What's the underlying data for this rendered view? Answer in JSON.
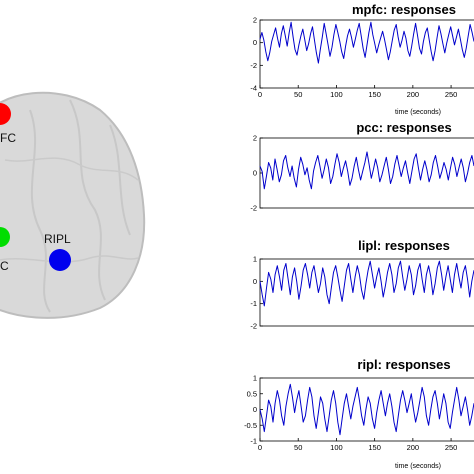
{
  "colors": {
    "brain_fill": "#d9d9d9",
    "brain_edge": "#bdbdbd",
    "mpfc_dot": "#ff0000",
    "pcc_dot": "#00dd00",
    "ripl_dot": "#0000ee",
    "trace": "#0000cc"
  },
  "brain_labels": {
    "mpfc": "FC",
    "pcc": "C",
    "ripl": "RIPL"
  },
  "chart_data": [
    {
      "type": "line",
      "title": "mpfc: responses",
      "xlabel": "time (seconds)",
      "xlim": [
        0,
        280
      ],
      "xticks": [
        0,
        50,
        100,
        150,
        200,
        250
      ],
      "ylim": [
        -4,
        2
      ],
      "yticks": [
        2,
        0,
        -2,
        -4
      ],
      "y": [
        0.3,
        0.9,
        0.2,
        -0.8,
        -1.6,
        -0.9,
        0.1,
        0.7,
        1.3,
        0.4,
        -0.4,
        0.8,
        1.5,
        0.6,
        -0.3,
        0.9,
        1.8,
        0.5,
        -0.6,
        -1.1,
        -0.2,
        0.6,
        1.2,
        0.3,
        -0.7,
        -0.1,
        0.8,
        1.4,
        0.2,
        -0.9,
        -1.8,
        -0.6,
        0.5,
        1.7,
        0.8,
        -0.2,
        -1.2,
        -0.4,
        0.7,
        1.6,
        0.9,
        0.1,
        -0.8,
        -1.4,
        -0.3,
        0.6,
        1.2,
        0.5,
        -0.4,
        0.3,
        1.1,
        1.7,
        0.6,
        -0.5,
        -1.3,
        -0.2,
        0.9,
        1.8,
        0.7,
        -0.1,
        -0.9,
        -0.2,
        0.4,
        1.0,
        0.3,
        -0.6,
        -1.5,
        -0.8,
        0.2,
        1.1,
        1.6,
        0.5,
        -0.4,
        0.2,
        1.0,
        0.4,
        -0.7,
        -1.2,
        -0.3,
        0.8,
        1.7,
        0.6,
        -0.5,
        -1.0,
        0.1,
        0.9,
        1.3,
        0.2,
        -0.8,
        -1.6,
        -0.7,
        0.4,
        1.5,
        0.8,
        -0.1,
        -0.9,
        0.0,
        0.7,
        1.4,
        0.6,
        -0.2,
        0.5,
        1.2,
        0.3,
        -0.6,
        -1.3,
        -0.5,
        0.6,
        1.6,
        0.9,
        0.1
      ]
    },
    {
      "type": "line",
      "title": "pcc: responses",
      "xlabel": "",
      "xlim": [
        0,
        280
      ],
      "xticks": [],
      "ylim": [
        -2,
        2
      ],
      "yticks": [
        2,
        0,
        -2
      ],
      "y": [
        0.4,
        0.1,
        -0.9,
        -0.2,
        0.6,
        0.3,
        -0.4,
        0.8,
        0.2,
        -0.5,
        -0.1,
        0.7,
        1.0,
        0.3,
        -0.2,
        0.4,
        -0.3,
        -0.8,
        0.2,
        0.9,
        0.5,
        -0.1,
        0.3,
        -0.4,
        -0.9,
        0.1,
        0.6,
        1.0,
        0.4,
        -0.3,
        0.2,
        0.8,
        0.3,
        -0.6,
        -0.2,
        0.5,
        1.1,
        0.6,
        -0.2,
        0.3,
        0.7,
        0.1,
        -0.7,
        -0.3,
        0.4,
        0.9,
        0.2,
        -0.4,
        0.1,
        0.6,
        1.2,
        0.5,
        -0.3,
        0.2,
        0.8,
        0.3,
        -0.5,
        -0.1,
        0.4,
        0.9,
        0.2,
        -0.6,
        -0.2,
        0.5,
        1.0,
        0.4,
        -0.2,
        0.3,
        0.7,
        0.0,
        -0.6,
        0.1,
        0.8,
        1.1,
        0.3,
        -0.4,
        0.2,
        0.7,
        0.2,
        -0.5,
        -0.1,
        0.6,
        1.0,
        0.4,
        -0.3,
        0.1,
        0.6,
        0.2,
        -0.4,
        0.3,
        0.9,
        0.5,
        -0.2,
        0.3,
        0.8,
        0.3,
        -0.5,
        0.0,
        0.6,
        1.0,
        0.4
      ]
    },
    {
      "type": "line",
      "title": "lipl: responses",
      "xlabel": "",
      "xlim": [
        0,
        280
      ],
      "xticks": [],
      "ylim": [
        -2,
        1
      ],
      "yticks": [
        1,
        0,
        -1,
        -2
      ],
      "y": [
        0.0,
        -0.6,
        -1.1,
        -0.3,
        0.4,
        0.1,
        -0.5,
        0.3,
        0.7,
        0.2,
        -0.4,
        0.5,
        0.8,
        0.1,
        -0.6,
        0.2,
        0.6,
        0.0,
        -0.8,
        -0.2,
        0.5,
        0.8,
        0.3,
        -0.3,
        0.4,
        0.7,
        0.1,
        -0.5,
        -0.1,
        0.6,
        0.2,
        -0.6,
        -1.0,
        -0.3,
        0.4,
        0.7,
        0.2,
        -0.4,
        -0.9,
        -0.2,
        0.5,
        0.8,
        0.1,
        -0.5,
        0.2,
        0.7,
        0.3,
        -0.4,
        -0.8,
        -0.1,
        0.5,
        0.9,
        0.3,
        -0.3,
        0.2,
        0.6,
        0.0,
        -0.7,
        -0.2,
        0.4,
        0.8,
        0.3,
        -0.5,
        -0.1,
        0.6,
        0.9,
        0.2,
        -0.4,
        0.1,
        0.7,
        0.3,
        -0.6,
        -0.2,
        0.5,
        0.8,
        0.1,
        -0.5,
        0.3,
        0.7,
        0.2,
        -0.6,
        -0.1,
        0.6,
        0.9,
        0.3,
        -0.4,
        0.2,
        0.7,
        0.1,
        -0.5,
        0.3,
        0.8,
        0.2,
        -0.3,
        0.4,
        0.7,
        0.1,
        -0.7,
        0.0,
        0.5
      ]
    },
    {
      "type": "line",
      "title": "ripl: responses",
      "xlabel": "time (seconds)",
      "xlim": [
        0,
        280
      ],
      "xticks": [
        0,
        50,
        100,
        150,
        200,
        250
      ],
      "ylim": [
        -1,
        1
      ],
      "yticks": [
        1,
        0.5,
        0,
        -0.5,
        -1
      ],
      "y": [
        0.0,
        -0.3,
        -0.7,
        -0.2,
        0.3,
        0.1,
        -0.4,
        0.2,
        0.6,
        0.3,
        -0.2,
        -0.5,
        0.1,
        0.5,
        0.8,
        0.4,
        -0.1,
        0.3,
        0.6,
        0.1,
        -0.4,
        -0.2,
        0.3,
        0.7,
        0.4,
        -0.2,
        -0.6,
        -0.1,
        0.4,
        0.2,
        -0.3,
        -0.7,
        -0.2,
        0.3,
        0.6,
        0.2,
        -0.4,
        -0.8,
        -0.3,
        0.2,
        0.5,
        0.1,
        -0.3,
        0.1,
        0.4,
        0.7,
        0.3,
        -0.2,
        -0.5,
        0.0,
        0.4,
        0.2,
        -0.3,
        -0.6,
        -0.1,
        0.3,
        0.6,
        0.2,
        -0.2,
        0.2,
        0.5,
        0.1,
        -0.4,
        -0.7,
        -0.2,
        0.3,
        0.6,
        0.3,
        -0.1,
        0.2,
        0.5,
        0.0,
        -0.4,
        -0.1,
        0.3,
        0.7,
        0.4,
        -0.2,
        -0.5,
        0.0,
        0.4,
        0.6,
        0.2,
        -0.3,
        0.1,
        0.5,
        0.2,
        -0.4,
        -0.6,
        -0.1,
        0.3,
        0.7,
        0.3,
        -0.2,
        0.1,
        0.4,
        0.0,
        -0.5,
        -0.2,
        0.2
      ]
    }
  ]
}
